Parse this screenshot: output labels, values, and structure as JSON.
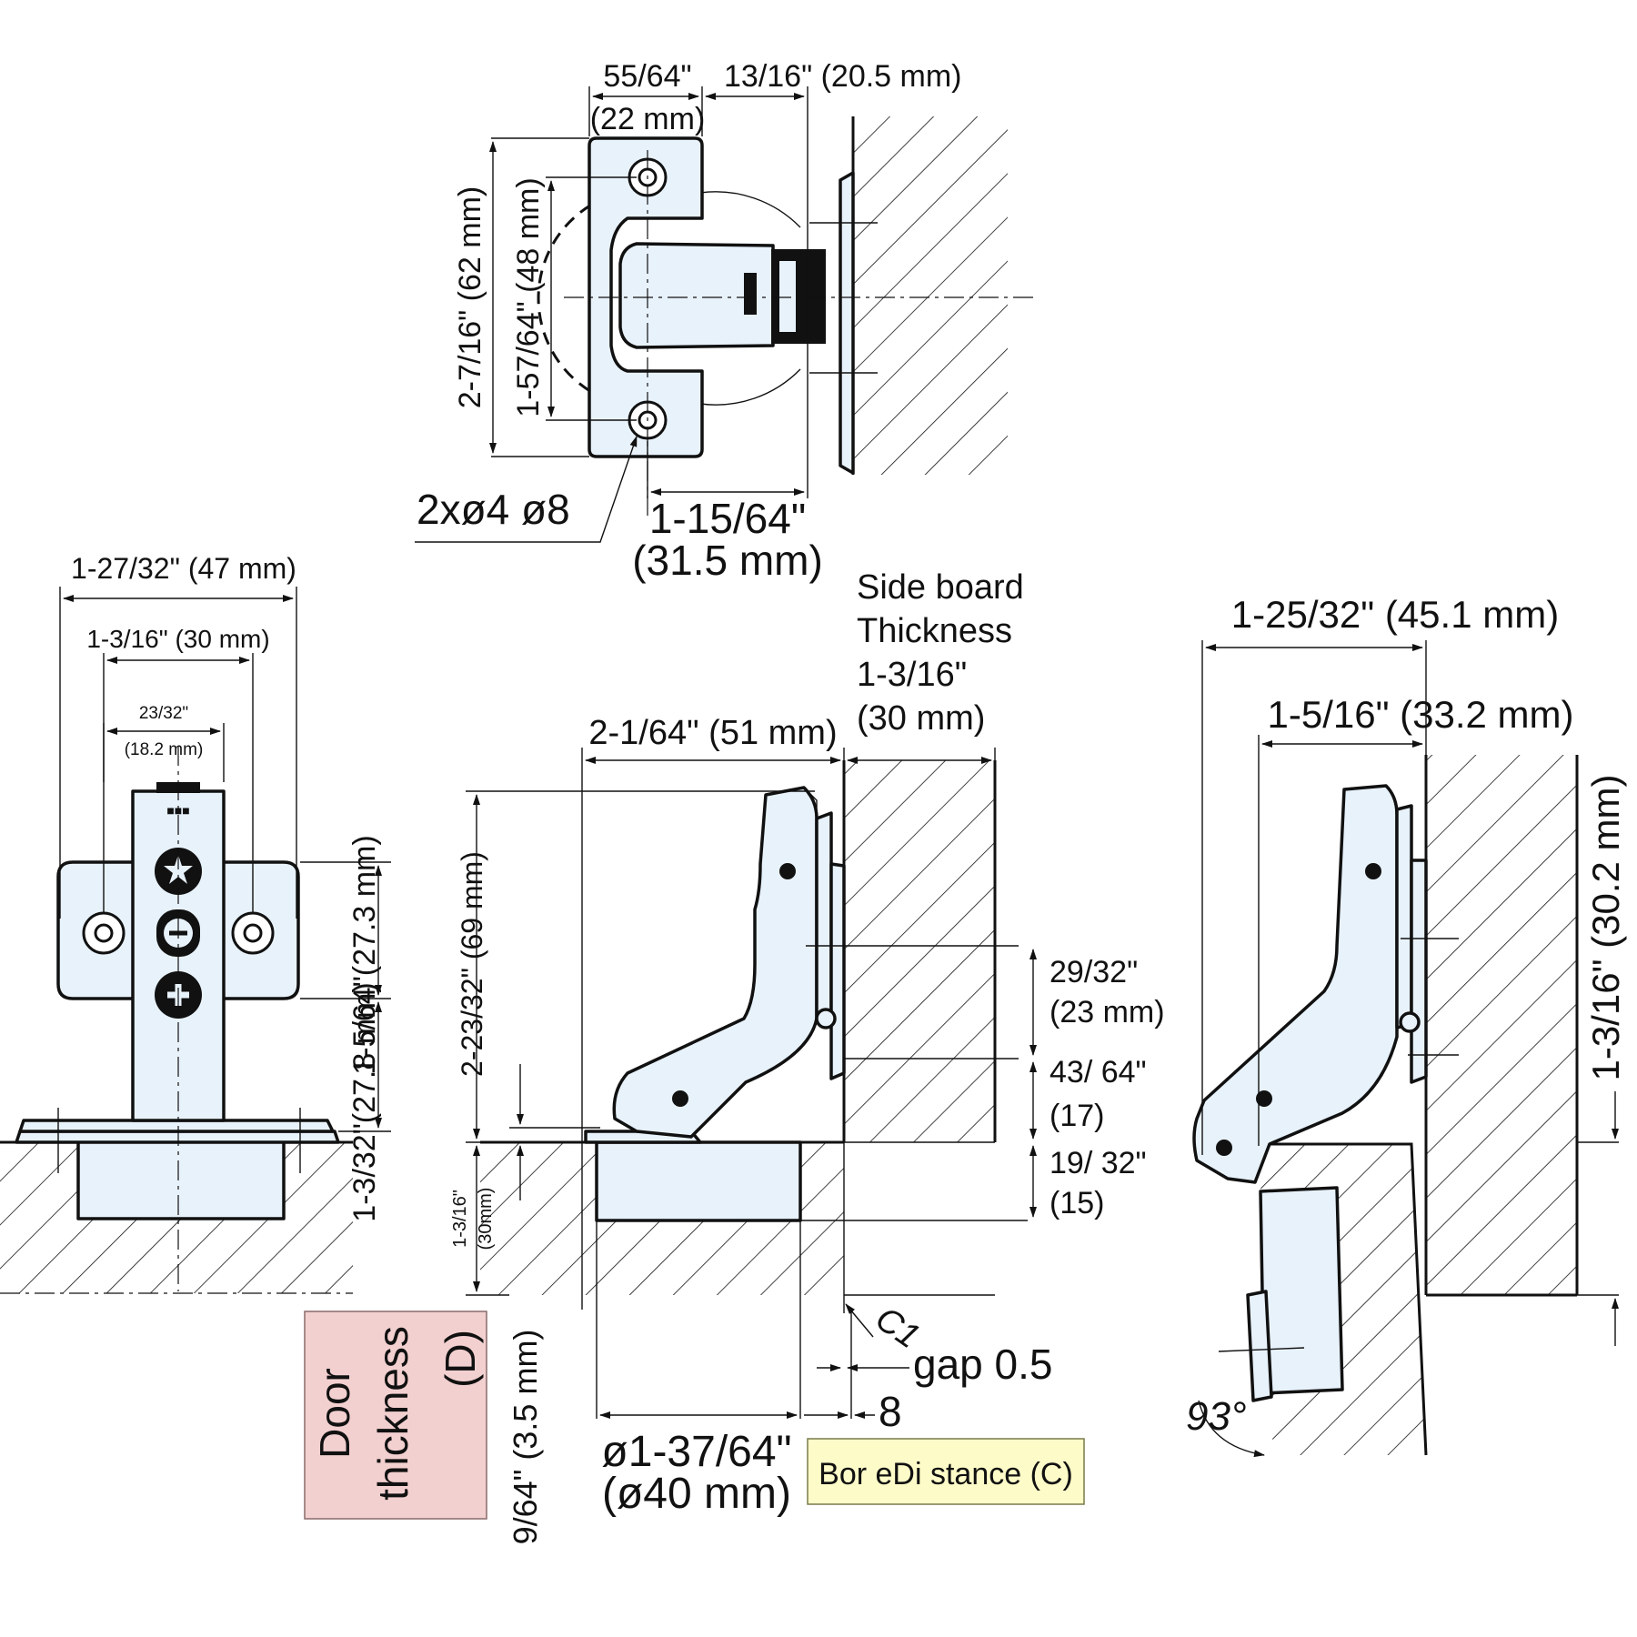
{
  "colors": {
    "line": "#111111",
    "metal_fill": "#e8f2fb",
    "door_thickness_box": "#f3d0d0",
    "bore_distance_box": "#fdfbc8"
  },
  "top_view": {
    "dim_plate_width_in": "55/64\"",
    "dim_plate_width_mm": "(22 mm)",
    "dim_offset": "13/16\" (20.5 mm)",
    "dim_height_left": "2-7/16\" (62 mm)",
    "dim_height_right": "1-57/64\" (48 mm)",
    "dim_screw_spec": "2xø4 ø8",
    "dim_depth_in": "1-15/64\"",
    "dim_depth_mm": "(31.5 mm)"
  },
  "front_view": {
    "dim_overall_width": "1-27/32\" (47 mm)",
    "dim_hole_spacing": "1-3/16\" (30 mm)",
    "dim_arm_width_in": "23/32\"",
    "dim_arm_width_mm": "(18.2 mm)",
    "dim_plate_height": "1-5/64\"(27.3 mm)",
    "dim_plate_offset": "1-3/32\"(27.8 mm)"
  },
  "side_view": {
    "side_board_label": [
      "Side board",
      "Thickness",
      "1-3/16\"",
      "(30 mm)"
    ],
    "dim_arm_length": "2-1/64\" (51 mm)",
    "dim_total_height": "2-23/32\" (69 mm)",
    "dim_door_thickness_in": "1-3/16\"",
    "dim_door_thickness_mm": "(30mm)",
    "dim_a_in": "29/32\"",
    "dim_a_mm": "(23 mm)",
    "dim_b_in": "43/ 64\"",
    "dim_b_mm": "(17)",
    "dim_c_in": "19/ 32\"",
    "dim_c_mm": "(15)",
    "c1_label": "C1",
    "gap_label": "gap 0.5",
    "dim_8": "8",
    "dim_cup_dia_in": "ø1-37/64\"",
    "dim_cup_dia_mm": "(ø40 mm)",
    "dim_cup_depth": "9/64\" (3.5 mm)",
    "door_thickness_label": [
      "Door",
      "thickness",
      "(D)"
    ],
    "bore_distance_label": "Bor eDi stance (C)"
  },
  "open_view": {
    "dim_width": "1-25/32\" (45.1 mm)",
    "dim_inner": "1-5/16\" (33.2 mm)",
    "dim_board": "1-3/16\" (30.2 mm)",
    "angle": "93°"
  }
}
